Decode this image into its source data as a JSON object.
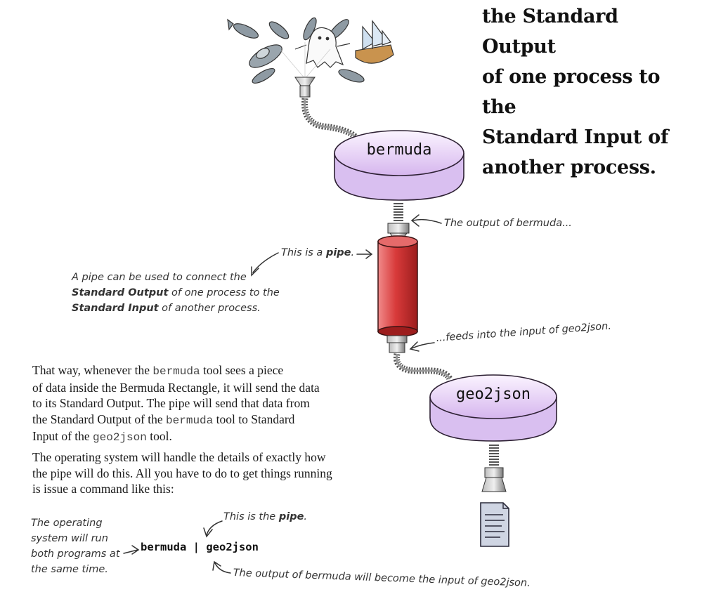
{
  "headline": {
    "line1": "the Standard Output",
    "line2": "of one process to the",
    "line3": "Standard Input of",
    "line4": "another process."
  },
  "processes": {
    "bermuda": "bermuda",
    "geo2json": "geo2json"
  },
  "annotations": {
    "output_of_bermuda": "The output of bermuda...",
    "this_is_a_pipe_prefix": "This is a ",
    "pipe_word": "pipe",
    "this_is_a_pipe_suffix": ".",
    "pipe_connect_line1": "A pipe can be used to connect the",
    "pipe_connect_line2_bold": "Standard Output",
    "pipe_connect_line2_rest": " of one process to the",
    "pipe_connect_line3_bold": "Standard Input",
    "pipe_connect_line3_rest": " of another process.",
    "feeds_into": "...feeds into the input of geo2json.",
    "os_line1": "The operating",
    "os_line2": "system will run",
    "os_line3": "both programs at",
    "os_line4": "the same time.",
    "cmd_pipe_prefix": "This is the ",
    "cmd_pipe_word": "pipe",
    "cmd_pipe_suffix": ".",
    "output_becomes_input": "The output of bermuda will become the input of geo2json."
  },
  "body": {
    "p1_a": "That way, whenever the ",
    "p1_code1": "bermuda",
    "p1_b": " tool sees a piece",
    "p1_line2": "of data inside the Bermuda Rectangle, it will send the data",
    "p1_line3": "to its Standard Output. The pipe will send that data from",
    "p1_line4_a": "the Standard Output of the ",
    "p1_code2": "bermuda",
    "p1_line4_b": " tool to Standard",
    "p1_line5_a": "Input of the ",
    "p1_code3": "geo2json",
    "p1_line5_b": " tool.",
    "p2_line1": "The operating system will handle the details of exactly how",
    "p2_line2": "the pipe will do this. All you have to do to get things running",
    "p2_line3": "is issue a command like this:"
  },
  "command": "bermuda | geo2json",
  "colors": {
    "disk_fill": "#e9d6f5",
    "disk_edge": "#3a2a44",
    "pipe_red": "#d23a3a",
    "spring": "#666666"
  },
  "icons": [
    "sea-creatures-illustration",
    "document-icon"
  ]
}
